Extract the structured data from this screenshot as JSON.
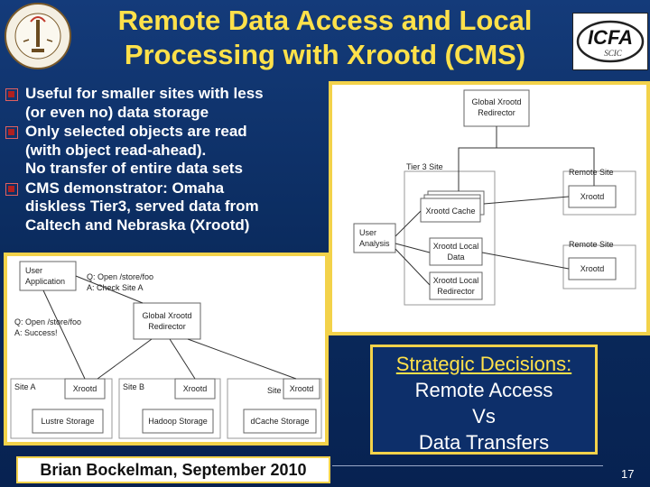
{
  "title_lines": [
    "Remote Data Access and Local",
    "Processing with Xrootd (CMS)"
  ],
  "logo": {
    "name": "ICFA",
    "sub": "SCIC"
  },
  "bullets": [
    "Useful for smaller sites with less\n(or even no) data storage",
    "Only selected objects are read\n(with object read-ahead).\nNo transfer of entire data sets",
    "CMS demonstrator: Omaha\ndiskless Tier3, served data from\nCaltech and Nebraska (Xrootd)"
  ],
  "diagram_left": {
    "user_app": [
      "User",
      "Application"
    ],
    "query_top": [
      "Q: Open /store/foo",
      "A: Check Site A"
    ],
    "query_left": [
      "Q: Open /store/foo",
      "A: Success!"
    ],
    "redirector": [
      "Global Xrootd",
      "Redirector"
    ],
    "site_a": "Site A",
    "site_b": "Site B",
    "site_c": "Site C",
    "xrootd": "Xrootd",
    "storage_a": "Lustre Storage",
    "storage_b": "Hadoop Storage",
    "storage_c": "dCache Storage"
  },
  "diagram_right": {
    "redirector": [
      "Global Xrootd",
      "Redirector"
    ],
    "tier3": "Tier 3 Site",
    "remote_site": "Remote Site",
    "xrootd": "Xrootd",
    "cache": "Xrootd Cache",
    "user_analysis": [
      "User",
      "Analysis"
    ],
    "local_data": [
      "Xrootd Local",
      "Data"
    ],
    "local_redirector": [
      "Xrootd Local",
      "Redirector"
    ]
  },
  "strategic": {
    "heading": "Strategic Decisions:",
    "lines": [
      "Remote Access",
      "Vs",
      "Data Transfers"
    ]
  },
  "footer": {
    "author": "Brian Bockelman, September 2010",
    "page": "17"
  },
  "colors": {
    "title": "#ffe14a",
    "border": "#f3d24a",
    "background": "#0a2a5c"
  }
}
